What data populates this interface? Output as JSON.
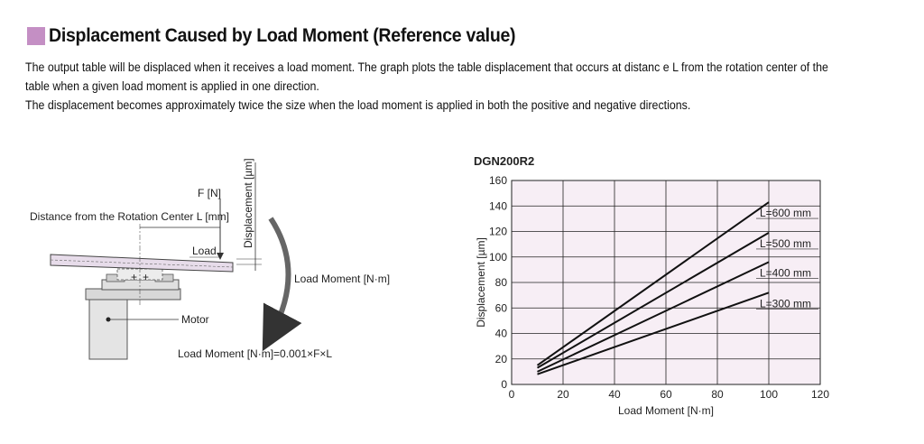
{
  "header": {
    "title": "Displacement Caused by Load Moment  (Reference value)",
    "marker_color": "#c48fc4"
  },
  "description": [
    "The output table will be displaced when it receives a load moment. The graph plots the table displacement that occurs at distanc e L from the rotation center of the",
    "table when a given load moment is applied in one direction.",
    "The displacement becomes approximately twice the size when the load moment is applied in both the positive and negative directions."
  ],
  "diagram": {
    "force_label": "F [N]",
    "displacement_label": "Displacement [µm]",
    "distance_label": "Distance from the Rotation Center L [mm]",
    "load_label": "Load",
    "moment_label": "Load Moment [N·m]",
    "motor_label": "Motor",
    "formula": "Load Moment [N·m]=0.001×F×L"
  },
  "chart_data": {
    "type": "line",
    "title": "DGN200R2",
    "xlabel": "Load Moment [N·m]",
    "ylabel": "Displacement [µm]",
    "xlim": [
      0,
      120
    ],
    "ylim": [
      0,
      160
    ],
    "xticks": [
      0,
      20,
      40,
      60,
      80,
      100,
      120
    ],
    "yticks": [
      0,
      20,
      40,
      60,
      80,
      100,
      120,
      140,
      160
    ],
    "grid": true,
    "background": "#f7eef5",
    "line_color": "#111111",
    "series": [
      {
        "name": "L=600 mm",
        "x": [
          10,
          100
        ],
        "y": [
          15,
          143
        ]
      },
      {
        "name": "L=500 mm",
        "x": [
          10,
          100
        ],
        "y": [
          13,
          119
        ]
      },
      {
        "name": "L=400 mm",
        "x": [
          10,
          100
        ],
        "y": [
          10,
          96
        ]
      },
      {
        "name": "L=300 mm",
        "x": [
          10,
          100
        ],
        "y": [
          8,
          72
        ]
      }
    ]
  }
}
